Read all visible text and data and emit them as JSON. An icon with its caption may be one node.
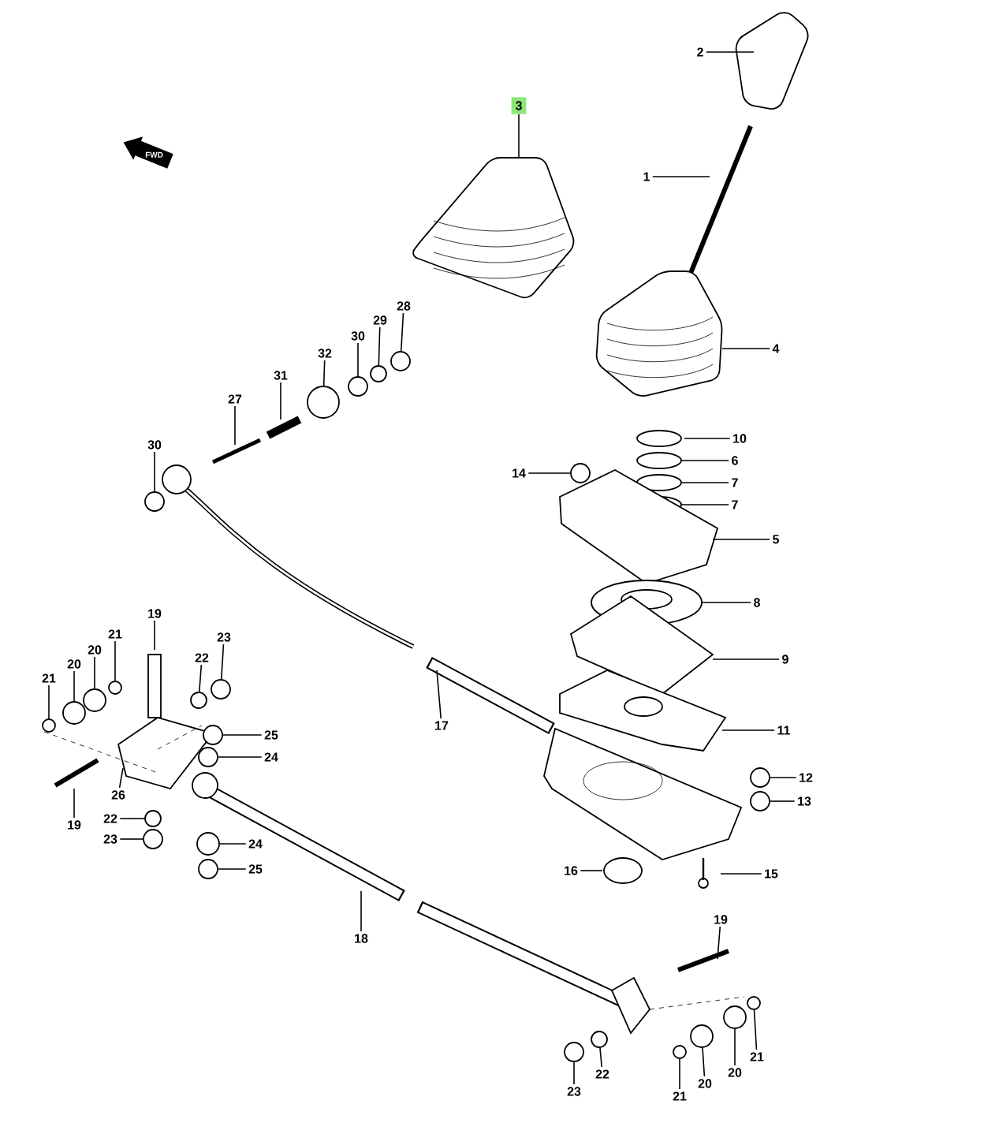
{
  "diagram": {
    "nodes": [
      {
        "text": [
          "2"
        ]
      },
      {
        "text": [
          "3"
        ]
      },
      {
        "text": [
          "1"
        ]
      },
      {
        "text": [
          "28"
        ]
      },
      {
        "text": [
          "29"
        ]
      },
      {
        "text": [
          "30"
        ]
      },
      {
        "text": [
          "32"
        ]
      },
      {
        "text": [
          "4"
        ]
      },
      {
        "text": [
          "31"
        ]
      },
      {
        "text": [
          "27"
        ]
      },
      {
        "text": [
          "10"
        ]
      },
      {
        "text": [
          "30"
        ]
      },
      {
        "text": [
          "6"
        ]
      },
      {
        "text": [
          "14"
        ]
      },
      {
        "text": [
          "7"
        ]
      },
      {
        "text": [
          "7"
        ]
      },
      {
        "text": [
          "5"
        ]
      },
      {
        "text": [
          "8"
        ]
      },
      {
        "text": [
          "19"
        ]
      },
      {
        "text": [
          "21"
        ]
      },
      {
        "text": [
          "23"
        ]
      },
      {
        "text": [
          "20"
        ]
      },
      {
        "text": [
          "22"
        ]
      },
      {
        "text": [
          "9"
        ]
      },
      {
        "text": [
          "20"
        ]
      },
      {
        "text": [
          "21"
        ]
      },
      {
        "text": [
          "17"
        ]
      },
      {
        "text": [
          "11"
        ]
      },
      {
        "text": [
          "25"
        ]
      },
      {
        "text": [
          "24"
        ]
      },
      {
        "text": [
          "12"
        ]
      },
      {
        "text": [
          "26"
        ]
      },
      {
        "text": [
          "13"
        ]
      },
      {
        "text": [
          "22"
        ]
      },
      {
        "text": [
          "19"
        ]
      },
      {
        "text": [
          "23"
        ]
      },
      {
        "text": [
          "24"
        ]
      },
      {
        "text": [
          "25"
        ]
      },
      {
        "text": [
          "16"
        ]
      },
      {
        "text": [
          "15"
        ]
      },
      {
        "text": [
          "19"
        ]
      },
      {
        "text": [
          "18"
        ]
      },
      {
        "text": [
          "21"
        ]
      },
      {
        "text": [
          "20"
        ]
      },
      {
        "text": [
          "22"
        ]
      },
      {
        "text": [
          "20"
        ]
      },
      {
        "text": [
          "23"
        ]
      },
      {
        "text": [
          "21"
        ]
      },
      {
        "text": [],
        "shape": "circle"
      },
      {
        "text": [],
        "shape": "circle"
      },
      {
        "text": [],
        "shape": "circle"
      },
      {
        "text": [],
        "shape": "circle"
      },
      {
        "text": [],
        "shape": "circle"
      },
      {
        "text": [],
        "shape": "circle"
      },
      {
        "text": [],
        "shape": "circle"
      },
      {
        "text": [],
        "shape": "circle"
      },
      {
        "text": [],
        "shape": "circle"
      },
      {
        "text": [],
        "shape": "circle"
      },
      {
        "text": [],
        "shape": "circle"
      },
      {
        "text": [],
        "shape": "circle"
      },
      {
        "text": [],
        "shape": "circle"
      },
      {
        "text": [],
        "shape": "circle"
      },
      {
        "text": [],
        "shape": "circle"
      },
      {
        "text": [],
        "shape": "circle"
      },
      {
        "text": [],
        "shape": "circle"
      },
      {
        "text": [],
        "shape": "circle"
      },
      {
        "text": [],
        "shape": "circle"
      },
      {
        "text": [],
        "shape": "circle"
      },
      {
        "text": [],
        "shape": "circle"
      },
      {
        "text": [],
        "shape": "circle"
      },
      {
        "text": [],
        "shape": "circle"
      },
      {
        "text": [],
        "shape": "circle"
      },
      {
        "text": [],
        "shape": "circle"
      },
      {
        "text": [],
        "shape": "circle"
      }
    ],
    "edges": [
      {
        "from": 0,
        "to": null,
        "arrow": "none"
      },
      {
        "from": 1,
        "to": null,
        "arrow": "none"
      },
      {
        "from": 2,
        "to": null,
        "arrow": "none"
      },
      {
        "from": 3,
        "to": 48,
        "arrow": "none"
      },
      {
        "from": 4,
        "to": 49,
        "arrow": "none"
      },
      {
        "from": 5,
        "to": 50,
        "arrow": "none"
      },
      {
        "from": 6,
        "to": 51,
        "arrow": "none"
      },
      {
        "from": 7,
        "to": null,
        "arrow": "none"
      },
      {
        "from": 8,
        "to": null,
        "arrow": "none"
      },
      {
        "from": 9,
        "to": null,
        "arrow": "none"
      },
      {
        "from": 10,
        "to": null,
        "arrow": "none"
      },
      {
        "from": 11,
        "to": 52,
        "arrow": "none"
      },
      {
        "from": 12,
        "to": null,
        "arrow": "none"
      },
      {
        "from": 13,
        "to": 53,
        "arrow": "none"
      },
      {
        "from": 14,
        "to": null,
        "arrow": "none"
      },
      {
        "from": 15,
        "to": null,
        "arrow": "none"
      },
      {
        "from": 16,
        "to": null,
        "arrow": "none"
      },
      {
        "from": 17,
        "to": null,
        "arrow": "none"
      },
      {
        "from": 18,
        "to": null,
        "arrow": "none"
      },
      {
        "from": 19,
        "to": 54,
        "arrow": "none"
      },
      {
        "from": 20,
        "to": 55,
        "arrow": "none"
      },
      {
        "from": 21,
        "to": 56,
        "arrow": "none"
      },
      {
        "from": 22,
        "to": 57,
        "arrow": "none"
      },
      {
        "from": 23,
        "to": null,
        "arrow": "none"
      },
      {
        "from": 24,
        "to": 58,
        "arrow": "none"
      },
      {
        "from": 25,
        "to": 59,
        "arrow": "none"
      },
      {
        "from": 26,
        "to": null,
        "arrow": "none"
      },
      {
        "from": 27,
        "to": null,
        "arrow": "none"
      },
      {
        "from": 28,
        "to": 60,
        "arrow": "none"
      },
      {
        "from": 29,
        "to": 61,
        "arrow": "none"
      },
      {
        "from": 30,
        "to": 62,
        "arrow": "none"
      },
      {
        "from": 31,
        "to": null,
        "arrow": "none"
      },
      {
        "from": 32,
        "to": 63,
        "arrow": "none"
      },
      {
        "from": 33,
        "to": 64,
        "arrow": "none"
      },
      {
        "from": 34,
        "to": null,
        "arrow": "none"
      },
      {
        "from": 35,
        "to": 65,
        "arrow": "none"
      },
      {
        "from": 36,
        "to": 66,
        "arrow": "none"
      },
      {
        "from": 37,
        "to": 67,
        "arrow": "none"
      },
      {
        "from": 38,
        "to": null,
        "arrow": "none"
      },
      {
        "from": 39,
        "to": null,
        "arrow": "none"
      },
      {
        "from": 40,
        "to": null,
        "arrow": "none"
      },
      {
        "from": 41,
        "to": null,
        "arrow": "none"
      },
      {
        "from": 42,
        "to": 68,
        "arrow": "none"
      },
      {
        "from": 43,
        "to": 69,
        "arrow": "none"
      },
      {
        "from": 44,
        "to": 70,
        "arrow": "none"
      },
      {
        "from": 45,
        "to": 71,
        "arrow": "none"
      },
      {
        "from": 46,
        "to": 72,
        "arrow": "none"
      },
      {
        "from": 47,
        "to": 73,
        "arrow": "none"
      }
    ],
    "labels": [
      "FWD"
    ]
  }
}
